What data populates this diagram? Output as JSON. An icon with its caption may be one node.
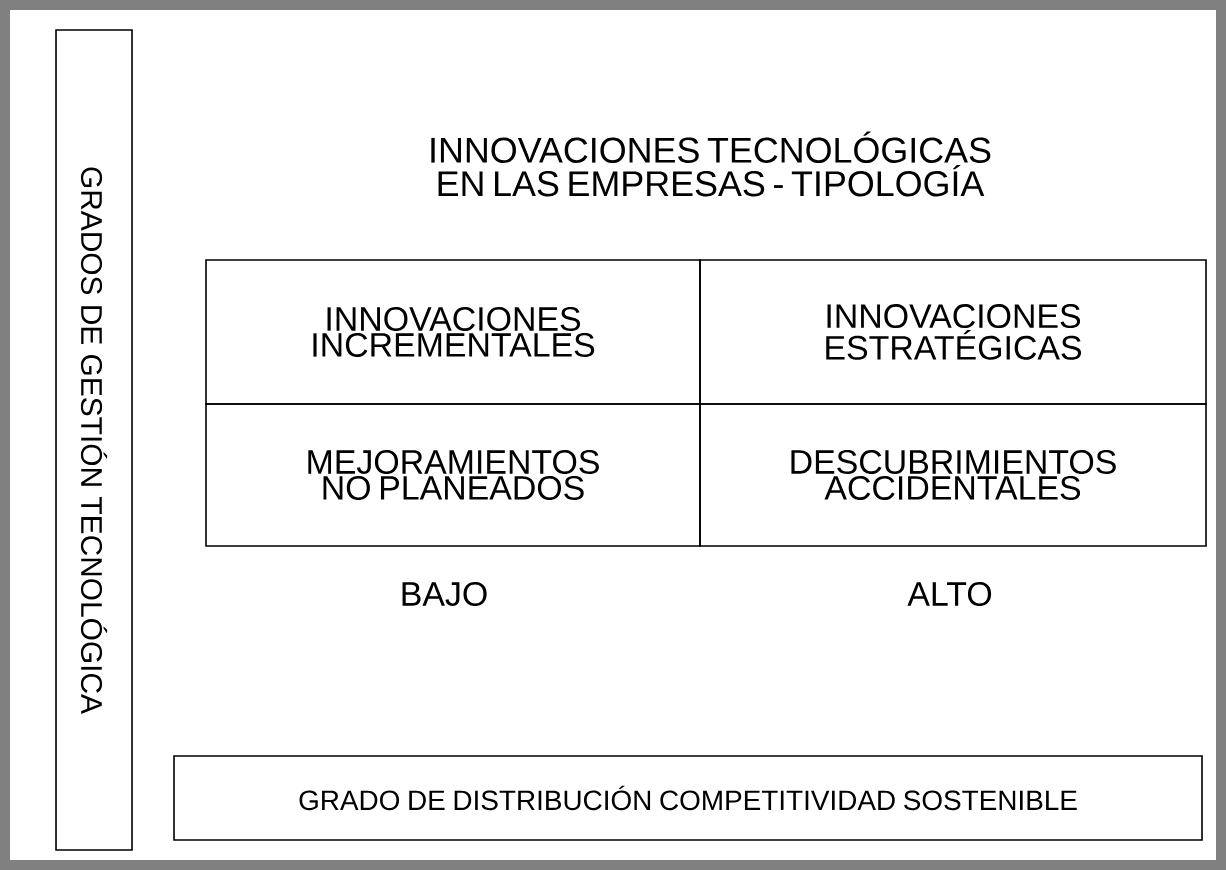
{
  "diagram": {
    "title": "INNOVACIONES TECNOLÓGICAS EN LAS EMPRESAS - TIPOLOGÍA",
    "nodes": [
      {
        "text": [
          "GRADOS DE GESTIÓN TECNOLÓGICA"
        ]
      },
      {
        "text": [
          "GRADO DE DISTRIBUCIÓN COMPETITIVIDAD SOSTENIBLE"
        ]
      },
      {
        "text": [
          "INNOVACIONES INCREMENTALES"
        ]
      },
      {
        "text": [
          "INNOVACIONES ESTRATÉGICAS"
        ]
      },
      {
        "text": [
          "MEJORAMIENTOS NO PLANEADOS"
        ]
      },
      {
        "text": [
          "DESCUBRIMIENTOS ACCIDENTALES"
        ]
      }
    ],
    "labels": [
      "BAJO",
      "ALTO"
    ]
  }
}
